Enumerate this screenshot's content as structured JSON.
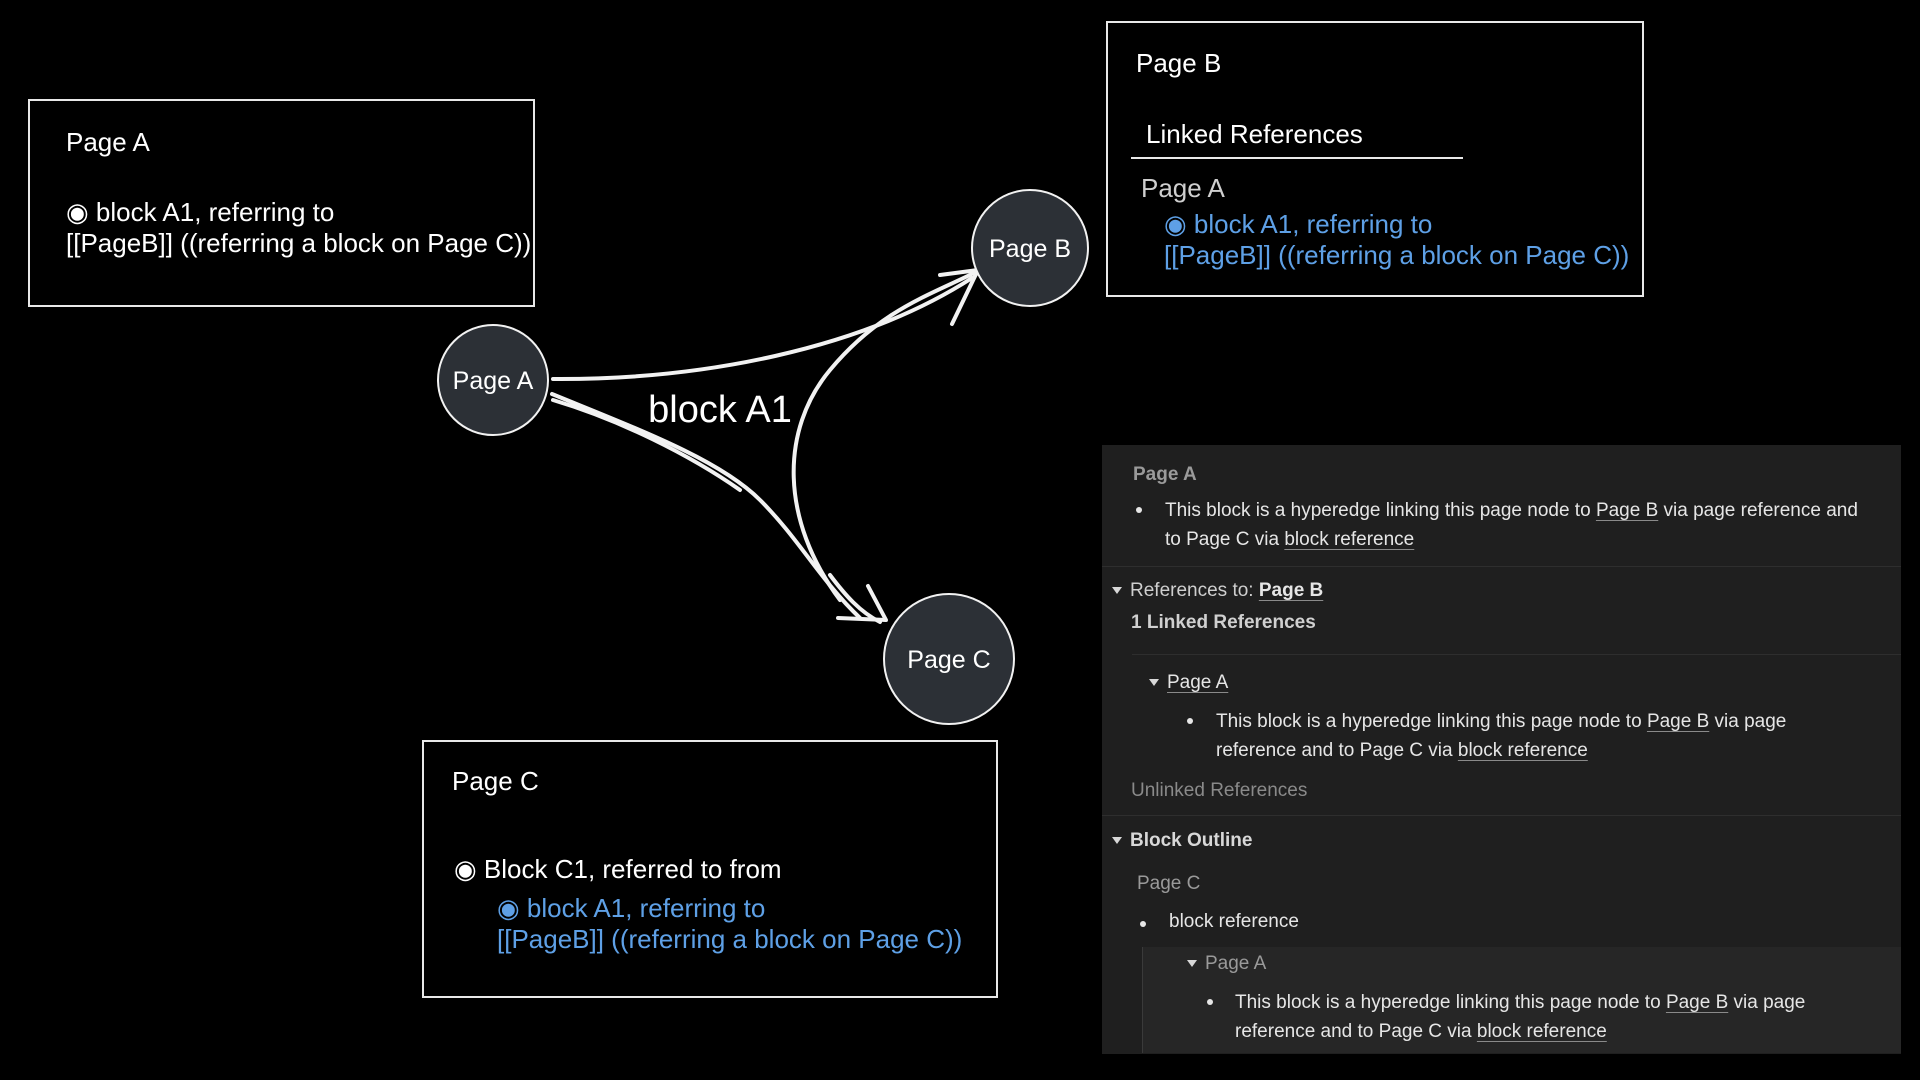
{
  "page_a_box": {
    "title": "Page A",
    "line1": "◉ block A1, referring to",
    "line2": "[[PageB]] ((referring a block on Page C))"
  },
  "page_b_box": {
    "title": "Page B",
    "linked_refs": "Linked References",
    "source_page": "Page A",
    "line1": "◉ block A1, referring to",
    "line2": "[[PageB]] ((referring a block on Page C))",
    "line_color": "#5ea0e6"
  },
  "page_c_box": {
    "title": "Page C",
    "line1": "◉ Block C1, referred to from",
    "line2": "◉ block A1, referring to",
    "line3": "[[PageB]] ((referring a block on Page C))"
  },
  "diagram": {
    "nodes": {
      "a": "Page A",
      "b": "Page B",
      "c": "Page C"
    },
    "edge_label": "block A1",
    "node_fill": "#2c3036"
  },
  "panel": {
    "page_title": "Page A",
    "block_pre": "This block is a hyperedge linking this page node to ",
    "page_b_link": "Page B",
    "block_mid": " via page reference and",
    "block_line2_pre": "to Page C via ",
    "block_ref_link": "block reference",
    "refs_to_label": "References to: ",
    "refs_to_page": "Page B",
    "linked_count": "1 Linked References",
    "linked_page": "Page A",
    "linked_pre": "This block is a hyperedge linking this page node to ",
    "linked_page_b": "Page B",
    "linked_mid": " via page",
    "linked_line2_pre": "reference and to Page C via ",
    "linked_block_ref": "block reference",
    "unlinked": "Unlinked References",
    "outline_label": "Block Outline",
    "outline_page": "Page C",
    "outline_block": "block reference",
    "outline_nested_page": "Page A",
    "outline_pre": "This block is a hyperedge linking this page node to ",
    "outline_page_b": "Page B",
    "outline_mid": " via page",
    "outline_line2_pre": "reference and to Page C via ",
    "outline_block_ref": "block reference",
    "bg_color": "#1f1f1f"
  }
}
